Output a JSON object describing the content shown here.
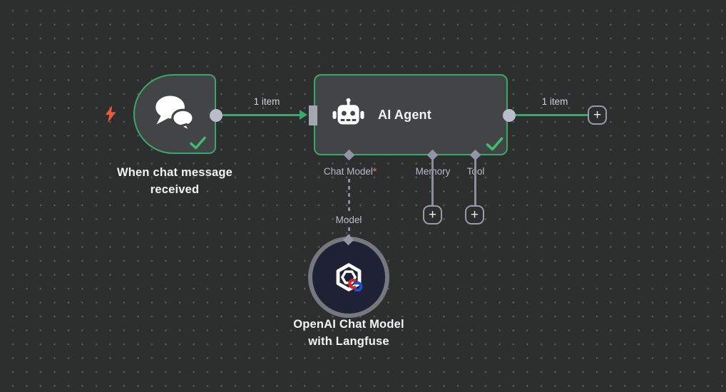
{
  "colors": {
    "background": "#2d2e2e",
    "grid_dot": "#5a5c60",
    "node_fill": "#434446",
    "node_border_green": "#3da56f",
    "connection_green": "#3da56f",
    "success_check_green": "#3fbf6e",
    "trigger_bolt_red": "#e9593d",
    "port_circle_gray": "#b9bdc7",
    "port_diamond_gray": "#9196a6",
    "required_asterisk_red": "#e85c5c",
    "model_node_fill": "#1f2234",
    "model_node_ring": "#75787f"
  },
  "nodes": {
    "trigger": {
      "name": "When chat message received",
      "label_line1": "When chat message",
      "label_line2": "received",
      "icon": "chat-bubbles",
      "status": "success"
    },
    "agent": {
      "title": "AI Agent",
      "icon": "robot",
      "status": "success",
      "ports": [
        {
          "label": "Chat Model",
          "required_marker": "*"
        },
        {
          "label": "Memory"
        },
        {
          "label": "Tool"
        }
      ]
    },
    "model": {
      "label_line1": "OpenAI Chat Model",
      "label_line2": "with Langfuse",
      "port_label": "Model",
      "icon": "openai-logo"
    }
  },
  "connections": {
    "trigger_to_agent_label": "1 item",
    "agent_output_label": "1 item"
  },
  "controls": {
    "plus_label": "+"
  }
}
